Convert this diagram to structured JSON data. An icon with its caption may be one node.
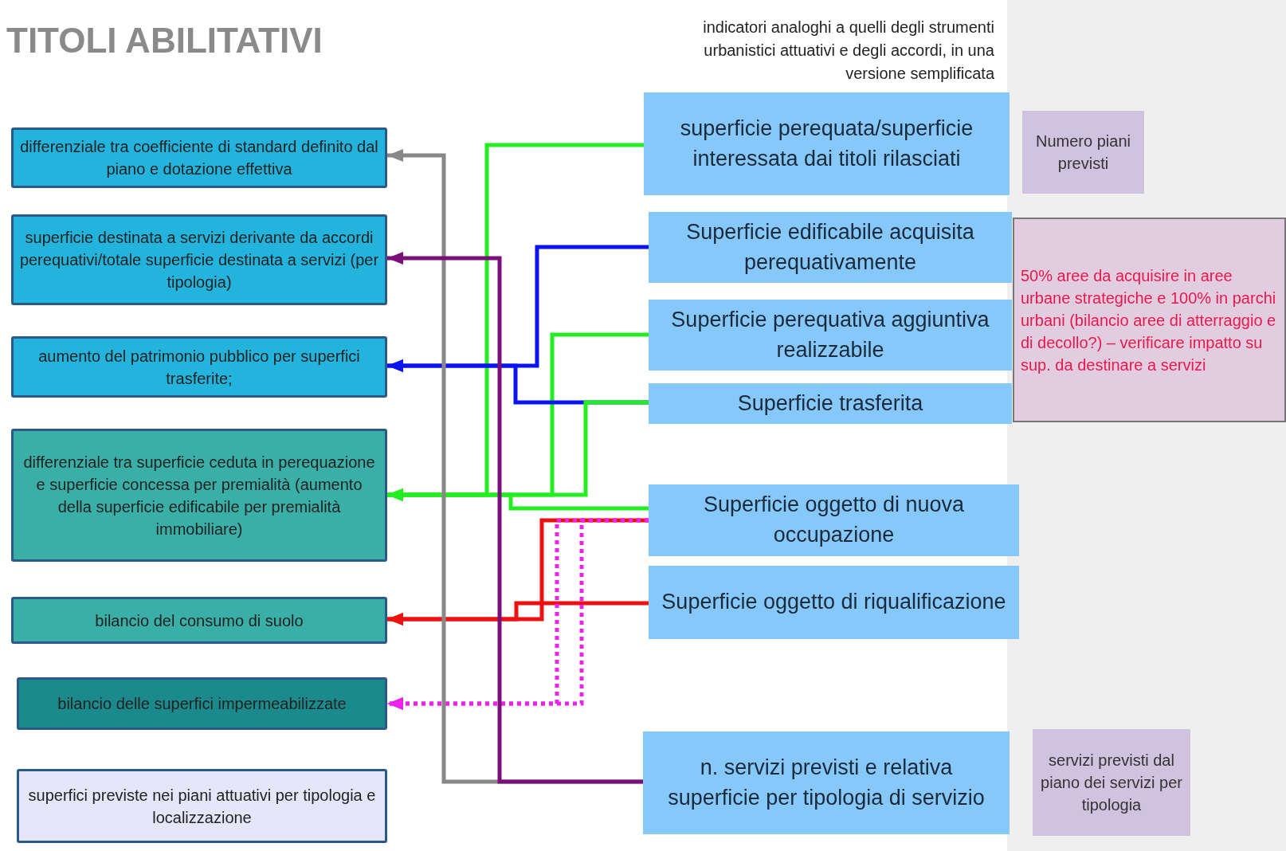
{
  "diagram": {
    "title": "TITOLI ABILITATIVI",
    "nodes": [
      {
        "text": [
          "differenziale tra coefficiente di standard definito dal piano e dotazione effettiva"
        ]
      },
      {
        "text": [
          "superficie destinata a servizi derivante da accordi perequativi/totale superficie destinata a servizi (per tipologia)"
        ]
      },
      {
        "text": [
          "aumento del patrimonio pubblico per superfici trasferite;"
        ]
      },
      {
        "text": [
          "differenziale tra superficie ceduta in perequazione e superficie concessa per premialità (aumento della superficie edificabile per premialità immobiliare)"
        ]
      },
      {
        "text": [
          "bilancio del consumo di suolo"
        ]
      },
      {
        "text": [
          "bilancio delle superfici impermeabilizzate"
        ]
      },
      {
        "text": [
          "superfici previste nei piani attuativi per tipologia e localizzazione"
        ]
      },
      {
        "text": [
          "superficie perequata/superficie interessata dai titoli rilasciati"
        ]
      },
      {
        "text": [
          "Superficie edificabile acquisita perequativamente"
        ]
      },
      {
        "text": [
          "Superficie perequativa aggiuntiva realizzabile"
        ]
      },
      {
        "text": [
          "Superficie trasferita"
        ]
      },
      {
        "text": [
          "Superficie oggetto di nuova occupazione"
        ]
      },
      {
        "text": [
          "Superficie oggetto di riqualificazione"
        ]
      },
      {
        "text": [
          "n. servizi previsti e relativa superficie per tipologia di servizio"
        ]
      },
      {
        "text": [
          "Numero piani previsti"
        ]
      },
      {
        "text": [
          "50% aree da acquisire in aree urbane strategiche e 100% in parchi urbani (bilancio aree di atterraggio e di decollo?) – verificare impatto su sup. da destinare a servizi"
        ]
      },
      {
        "text": [
          "servizi previsti dal piano dei servizi per tipologia"
        ]
      }
    ],
    "edges": [
      {
        "from": 7,
        "to": 3,
        "arrow": "to"
      },
      {
        "from": 8,
        "to": 2,
        "arrow": "to",
        "color": "#0a14f0"
      },
      {
        "from": 9,
        "to": 3,
        "arrow": "to"
      },
      {
        "from": 10,
        "to": 2,
        "arrow": "to",
        "color": "#0a14f0"
      },
      {
        "from": 10,
        "to": 3,
        "arrow": "to"
      },
      {
        "from": 11,
        "to": 3,
        "arrow": "to"
      },
      {
        "from": 11,
        "to": 4,
        "arrow": "to",
        "color": "#ee1111"
      },
      {
        "from": 12,
        "to": 4,
        "arrow": "to",
        "color": "#ee1111"
      },
      {
        "from": 11,
        "to": 5,
        "arrow": "to",
        "style": "dashed",
        "color": "#ee22ee"
      },
      {
        "from": 11,
        "to": 5,
        "arrow": "to",
        "style": "dashed",
        "color": "#ee22ee"
      },
      {
        "from": 13,
        "to": 0,
        "arrow": "to",
        "color": "#888888"
      },
      {
        "from": 13,
        "to": 1,
        "arrow": "to",
        "color": "#7a0f7a"
      }
    ],
    "labels": [
      "indicatori analoghi a quelli degli strumenti urbanistici attuativi e degli accordi, in una versione semplificata"
    ]
  }
}
